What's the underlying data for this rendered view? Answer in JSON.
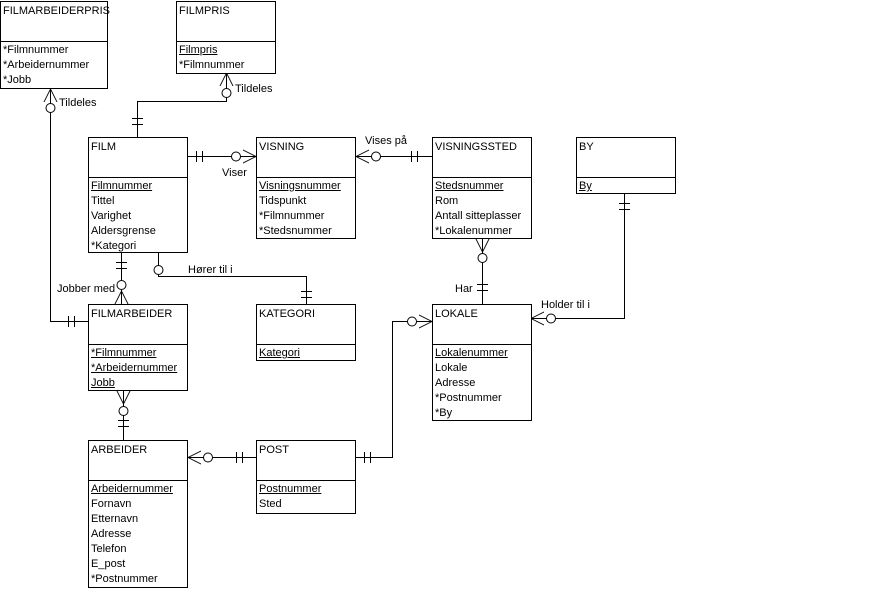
{
  "entities": {
    "filmarbeiderpris": {
      "name": "FILMARBEIDERPRIS",
      "attributes": [
        {
          "text": "*Filmnummer",
          "key": false
        },
        {
          "text": "*Arbeidernummer",
          "key": false
        },
        {
          "text": "*Jobb",
          "key": false
        }
      ]
    },
    "filmpris": {
      "name": "FILMPRIS",
      "attributes": [
        {
          "text": "Filmpris",
          "key": true
        },
        {
          "text": "*Filmnummer",
          "key": false
        }
      ]
    },
    "film": {
      "name": "FILM",
      "attributes": [
        {
          "text": "Filmnummer",
          "key": true
        },
        {
          "text": "Tittel",
          "key": false
        },
        {
          "text": "Varighet",
          "key": false
        },
        {
          "text": "Aldersgrense",
          "key": false
        },
        {
          "text": "*Kategori",
          "key": false
        }
      ]
    },
    "visning": {
      "name": "VISNING",
      "attributes": [
        {
          "text": "Visningsnummer",
          "key": true
        },
        {
          "text": "Tidspunkt",
          "key": false
        },
        {
          "text": "*Filmnummer",
          "key": false
        },
        {
          "text": "*Stedsnummer",
          "key": false
        }
      ]
    },
    "visningssted": {
      "name": "VISNINGSSTED",
      "attributes": [
        {
          "text": "Stedsnummer",
          "key": true
        },
        {
          "text": "Rom",
          "key": false
        },
        {
          "text": "Antall sitteplasser",
          "key": false
        },
        {
          "text": "*Lokalenummer",
          "key": false
        }
      ]
    },
    "by": {
      "name": "BY",
      "attributes": [
        {
          "text": "By",
          "key": true
        }
      ]
    },
    "kategori": {
      "name": "KATEGORI",
      "attributes": [
        {
          "text": "Kategori",
          "key": true
        }
      ]
    },
    "filmarbeider": {
      "name": "FILMARBEIDER",
      "attributes": [
        {
          "text": "*Filmnummer",
          "key": true
        },
        {
          "text": "*Arbeidernummer",
          "key": true
        },
        {
          "text": "Jobb",
          "key": true
        }
      ]
    },
    "lokale": {
      "name": "LOKALE",
      "attributes": [
        {
          "text": "Lokalenummer",
          "key": true
        },
        {
          "text": "Lokale",
          "key": false
        },
        {
          "text": "Adresse",
          "key": false
        },
        {
          "text": "*Postnummer",
          "key": false
        },
        {
          "text": "*By",
          "key": false
        }
      ]
    },
    "arbeider": {
      "name": "ARBEIDER",
      "attributes": [
        {
          "text": "Arbeidernummer",
          "key": true
        },
        {
          "text": "Fornavn",
          "key": false
        },
        {
          "text": "Etternavn",
          "key": false
        },
        {
          "text": "Adresse",
          "key": false
        },
        {
          "text": "Telefon",
          "key": false
        },
        {
          "text": "E_post",
          "key": false
        },
        {
          "text": "*Postnummer",
          "key": false
        }
      ]
    },
    "post": {
      "name": "POST",
      "attributes": [
        {
          "text": "Postnummer",
          "key": true
        },
        {
          "text": "Sted",
          "key": false
        }
      ]
    }
  },
  "relationships": {
    "tildeles_filmarbeiderpris": "Tildeles",
    "tildeles_filmpris": "Tildeles",
    "viser": "Viser",
    "vises_pa": "Vises på",
    "horer_til_i": "Hører til i",
    "jobber_med": "Jobber med",
    "har": "Har",
    "holder_til_i": "Holder til i"
  }
}
